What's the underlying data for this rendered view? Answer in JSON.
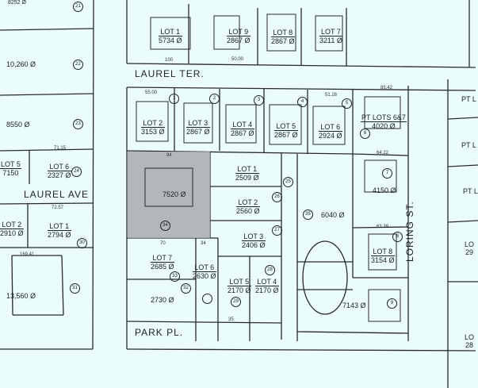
{
  "streets": {
    "laurel_ter": "LAUREL TER.",
    "laurel_ave": "LAUREL AVE",
    "park_pl": "PARK PL.",
    "loring_st": "LORING ST."
  },
  "top_left_area": "8252 Ø",
  "lots": [
    {
      "id": "top-lot-1",
      "label": "LOT 1",
      "area": "5734 Ø"
    },
    {
      "id": "top-lot-9",
      "label": "LOT 9",
      "area": "2867 Ø"
    },
    {
      "id": "top-lot-8",
      "label": "LOT 8",
      "area": "2867 Ø"
    },
    {
      "id": "top-lot-7",
      "label": "LOT 7",
      "area": "3211 Ø"
    },
    {
      "id": "lot-2",
      "label": "LOT 2",
      "area": "3153 Ø"
    },
    {
      "id": "lot-3",
      "label": "LOT 3",
      "area": "2867 Ø"
    },
    {
      "id": "lot-4",
      "label": "LOT 4",
      "area": "2867 Ø"
    },
    {
      "id": "lot-5",
      "label": "LOT 5",
      "area": "2867 Ø"
    },
    {
      "id": "lot-6",
      "label": "LOT 6",
      "area": "2924 Ø"
    },
    {
      "id": "pt-lots-6-7",
      "label": "PT LOTS 6&7",
      "area": "4020 Ø"
    },
    {
      "id": "mid-lot-1",
      "label": "LOT 1",
      "area": "2509 Ø"
    },
    {
      "id": "mid-lot-2",
      "label": "LOT 2",
      "area": "2560 Ø"
    },
    {
      "id": "mid-lot-3",
      "label": "LOT 3",
      "area": "2406 Ø"
    },
    {
      "id": "low-lot-7",
      "label": "LOT 7",
      "area": "2685 Ø"
    },
    {
      "id": "low-lot-6",
      "label": "LOT 6",
      "area": "2630 Ø"
    },
    {
      "id": "low-lot-5",
      "label": "LOT 5",
      "area": "2170 Ø"
    },
    {
      "id": "low-lot-4",
      "label": "LOT 4",
      "area": "2170 Ø"
    },
    {
      "id": "lot-8",
      "label": "LOT 8",
      "area": "3154 Ø"
    },
    {
      "id": "left-lot-5",
      "label": "LOT 5",
      "area": "7150"
    },
    {
      "id": "left-lot-6",
      "label": "LOT 6",
      "area": "2327 Ø"
    },
    {
      "id": "left-lot-2",
      "label": "LOT 2",
      "area": "2910 Ø"
    },
    {
      "id": "left-lot-1",
      "label": "LOT 1",
      "area": "2794 Ø"
    }
  ],
  "parcels": {
    "shaded": "7520 Ø",
    "p2730": "2730 Ø",
    "p6040": "6040 Ø",
    "p7143": "7143 Ø",
    "p4150": "4150 Ø",
    "p10260": "10,260 Ø",
    "p8550": "8550 Ø",
    "p13560": "13,560 Ø"
  },
  "right_edge": {
    "pt1": "PT L",
    "pt2": "PT L",
    "pt3": "PT L",
    "lo1": "LO",
    "lo1_area": "29",
    "lo2": "LO",
    "lo2_area": "28"
  },
  "parcel_numbers": [
    "1",
    "2",
    "3",
    "4",
    "5",
    "6",
    "7",
    "8",
    "9",
    "21",
    "22",
    "23",
    "24",
    "25",
    "26",
    "27",
    "28",
    "29",
    "30",
    "31",
    "32",
    "33",
    "34",
    "35"
  ],
  "dimensions": {
    "d50": "50.00",
    "d55": "55.00",
    "d5128": "51.28",
    "d8542": "85.42",
    "d6422": "64.22",
    "d6339": "63.39",
    "d7115": "71.15",
    "d7257": "72.57",
    "d16941": "169.41",
    "d100": "100",
    "d94": "94",
    "d70": "70",
    "d34": "34",
    "d35": "35"
  }
}
